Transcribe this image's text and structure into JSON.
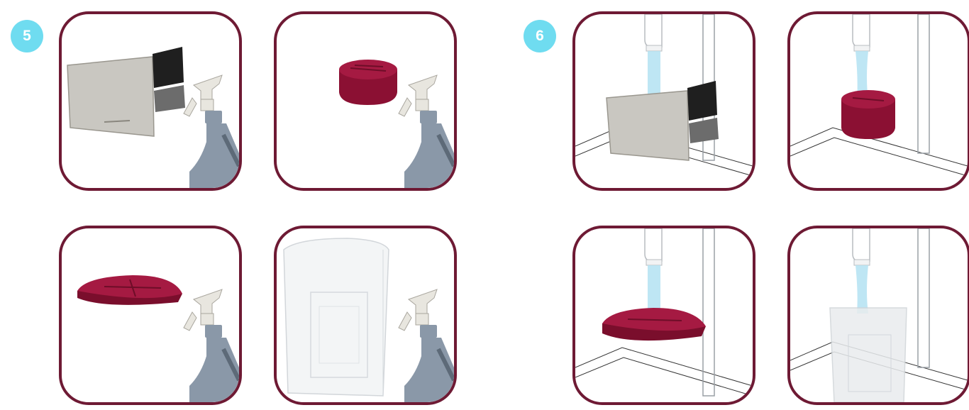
{
  "steps": [
    {
      "number": "5",
      "label": "step-5"
    },
    {
      "number": "6",
      "label": "step-6"
    }
  ],
  "colors": {
    "badge": "#6fdcf0",
    "frame": "#6e1a34",
    "filter_red": "#8b1033",
    "bottle": "#8a98a8",
    "water": "#b7e3f3",
    "case": "#c9c7c1"
  },
  "icons": {
    "spray": "spray-bottle-icon",
    "tap": "faucet-icon",
    "cartridge": "filter-cartridge-icon",
    "round_filter": "round-filter-icon",
    "flat_filter": "flat-filter-icon",
    "tank": "water-tank-icon"
  }
}
